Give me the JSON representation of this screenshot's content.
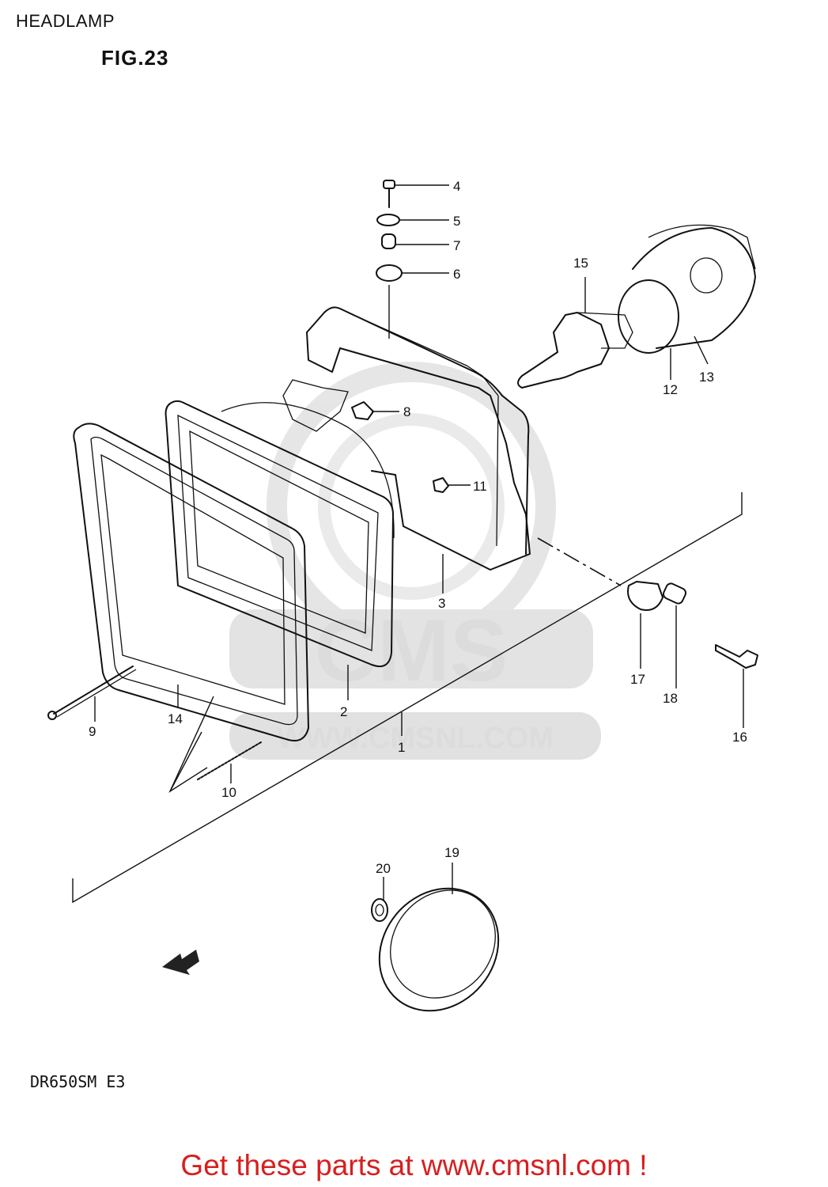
{
  "title": "HEADLAMP",
  "figure": "FIG.23",
  "model": "DR650SM E3",
  "watermark": {
    "text": "CMS",
    "url": "WWW.CMSNL.COM"
  },
  "footer": {
    "text": "Get these parts at www.cmsnl.com !",
    "color": "#d61f1f"
  },
  "callouts": {
    "p1": "1",
    "p2": "2",
    "p3": "3",
    "p4": "4",
    "p5": "5",
    "p6": "6",
    "p7": "7",
    "p8": "8",
    "p9": "9",
    "p10": "10",
    "p11": "11",
    "p12": "12",
    "p13": "13",
    "p14": "14",
    "p15": "15",
    "p16": "16",
    "p17": "17",
    "p18": "18",
    "p19": "19",
    "p20": "20"
  }
}
